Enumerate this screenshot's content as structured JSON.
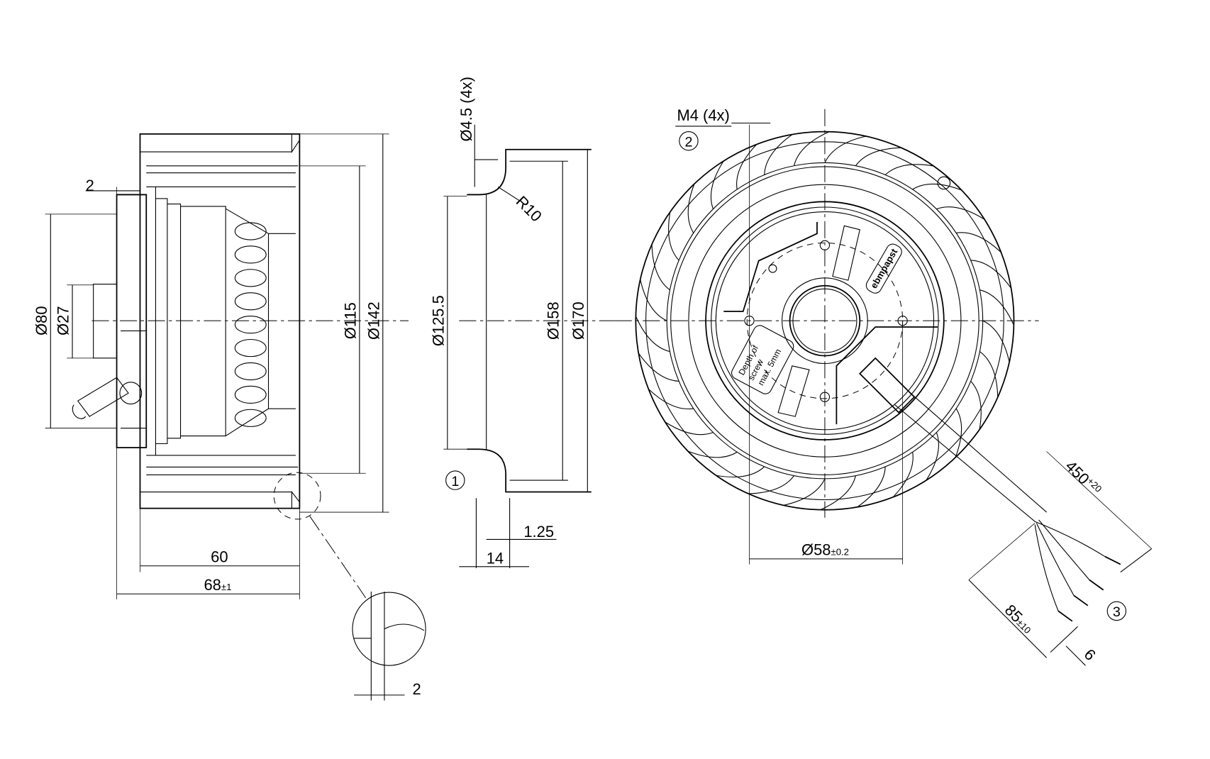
{
  "side_view": {
    "dim_flange_gap": "2",
    "dim_d80": "Ø80",
    "dim_d27": "Ø27",
    "dim_d115": "Ø115",
    "dim_d142": "Ø142",
    "dim_length_60": "60",
    "dim_length_68": "68",
    "dim_length_68_tol": "±1",
    "detail_dim": "2"
  },
  "inlet_ring_view": {
    "dim_hole": "Ø4.5 (4x)",
    "dim_radius": "R10",
    "dim_d125": "Ø125.5",
    "dim_d158": "Ø158",
    "dim_d170": "Ø170",
    "callout_1": "1",
    "dim_thickness": "1.25",
    "dim_depth": "14"
  },
  "front_view": {
    "thread_label": "M4 (4x)",
    "callout_2": "2",
    "dim_d58": "Ø58",
    "dim_d58_tol": "±0.2",
    "screw_note_line1": "Depth of",
    "screw_note_line2": "screw",
    "screw_note_line3": "max. 5mm",
    "logo": "ebmpapst",
    "dim_cable": "450",
    "dim_cable_tol": "+20",
    "dim_strip": "85",
    "dim_strip_tol": "±10",
    "dim_end": "6",
    "callout_3": "3"
  }
}
